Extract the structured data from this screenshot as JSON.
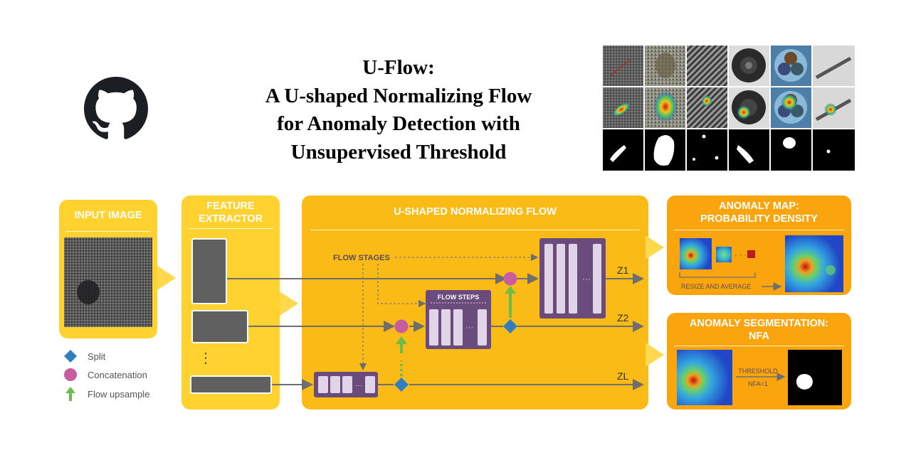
{
  "title": {
    "line1": "U-Flow:",
    "line2": "A U-shaped Normalizing Flow",
    "line3": "for Anomaly Detection with",
    "line4": "Unsupervised Threshold"
  },
  "github_icon": "github-octocat-icon",
  "diagram": {
    "input_image": {
      "title": "INPUT IMAGE"
    },
    "feature_extractor": {
      "title_line1": "FEATURE",
      "title_line2": "EXTRACTOR",
      "dots": "⋮"
    },
    "flow": {
      "title": "U-SHAPED NORMALIZING FLOW",
      "flow_stages": "FLOW STAGES",
      "flow_steps": "FLOW STEPS",
      "outputs": [
        "Z1",
        "Z2",
        "ZL"
      ]
    },
    "anomaly_map": {
      "title_line1": "ANOMALY MAP:",
      "title_line2": "PROBABILITY DENSITY",
      "caption": "RESIZE AND AVERAGE",
      "ellipsis": "· · ·"
    },
    "segmentation": {
      "title_line1": "ANOMALY SEGMENTATION:",
      "title_line2": "NFA",
      "threshold_line1": "THRESHOLD",
      "threshold_line2": "NFA=1"
    },
    "legend": [
      {
        "icon": "diamond-icon",
        "label": "Split"
      },
      {
        "icon": "circle-icon",
        "label": "Concatenation"
      },
      {
        "icon": "up-arrow-icon",
        "label": "Flow upsample"
      }
    ]
  },
  "colors": {
    "panel_light": "#ffd230",
    "panel_main": "#fbbb16",
    "panel_orange": "#fba50e",
    "flow_purple": "#6b4a7c",
    "flow_box": "#e2d4e8",
    "split": "#2f7fbf",
    "concat": "#c95c9e",
    "upsample": "#6dbb4c"
  }
}
